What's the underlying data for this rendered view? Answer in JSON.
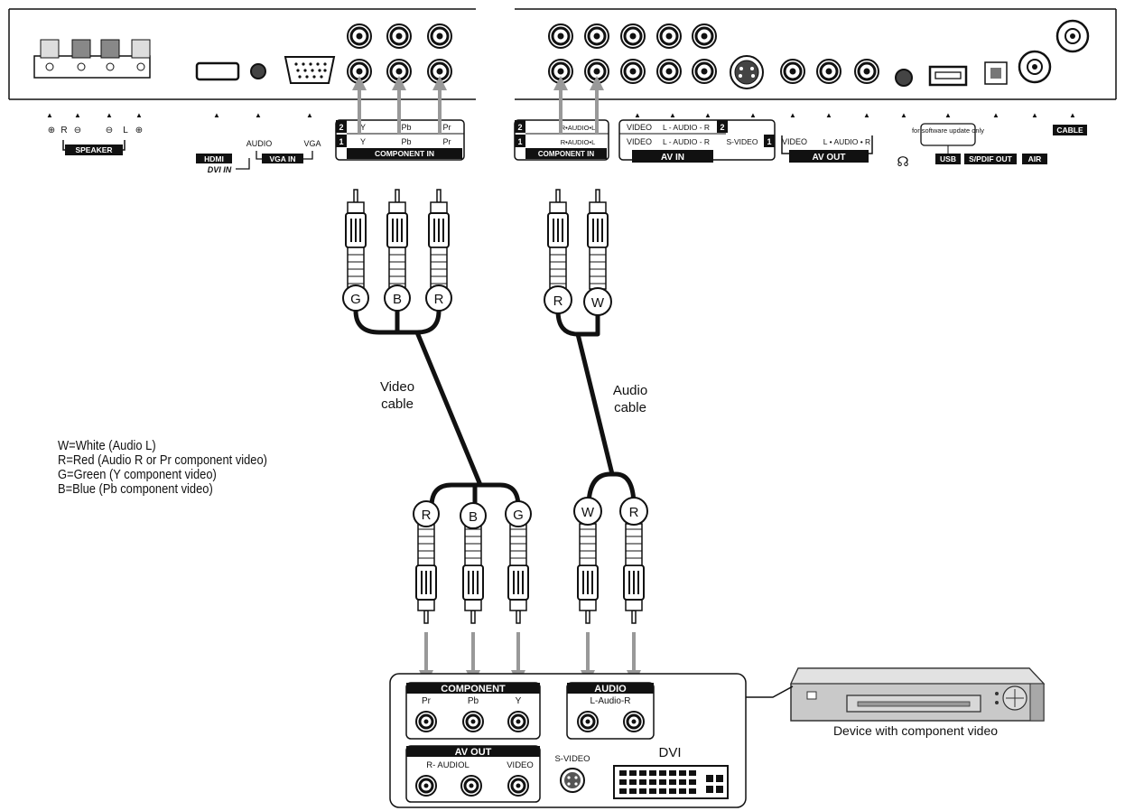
{
  "tv_panel": {
    "speaker_marks": [
      "⊕",
      "R",
      "⊖",
      "⊖",
      "L",
      "⊕"
    ],
    "speaker_label": "SPEAKER",
    "hdmi_label": "HDMI",
    "dvi_in_label": "DVI IN",
    "audio_label": "AUDIO",
    "vga_label": "VGA",
    "vga_in_label": "VGA IN",
    "component_rows": [
      {
        "num": "2",
        "cols": [
          "Y",
          "Pb",
          "Pr"
        ]
      },
      {
        "num": "1",
        "cols": [
          "Y",
          "Pb",
          "Pr"
        ]
      }
    ],
    "component_in_label": "COMPONENT IN",
    "audio_rows": [
      {
        "num": "2",
        "text": "R•AUDIO•L"
      },
      {
        "num": "1",
        "text": "R•AUDIO•L"
      }
    ],
    "component_in_label_2": "COMPONENT IN",
    "av_in_row2": [
      "VIDEO",
      "L - AUDIO - R"
    ],
    "av_in_row2_num": "2",
    "av_in_row1": [
      "VIDEO",
      "L - AUDIO - R",
      "S-VIDEO"
    ],
    "av_in_row1_num": "1",
    "av_in_label": "AV IN",
    "av_out_cols": [
      "VIDEO",
      "L • AUDIO • R"
    ],
    "av_out_label": "AV OUT",
    "software_note": "for software update only",
    "usb_label": "USB",
    "spdif_label": "S/PDIF OUT",
    "air_label": "AIR",
    "cable_label": "CABLE"
  },
  "cables": {
    "video_plugs_top": [
      "G",
      "B",
      "R"
    ],
    "audio_plugs_top": [
      "R",
      "W"
    ],
    "video_plugs_bottom": [
      "R",
      "B",
      "G"
    ],
    "audio_plugs_bottom": [
      "W",
      "R"
    ],
    "video_cable_label": [
      "Video",
      "cable"
    ],
    "audio_cable_label": [
      "Audio",
      "cable"
    ]
  },
  "legend": [
    "W=White (Audio L)",
    "R=Red (Audio R or Pr component video)",
    "G=Green (Y component video)",
    "B=Blue (Pb component video)"
  ],
  "device_panel": {
    "component_label": "COMPONENT",
    "component_cols": [
      "Pr",
      "Pb",
      "Y"
    ],
    "audio_label": "AUDIO",
    "audio_sub": "L-Audio-R",
    "av_out_label": "AV OUT",
    "av_out_cols": [
      "R- AUDIOL",
      "VIDEO"
    ],
    "svideo_label": "S-VIDEO",
    "dvi_label": "DVI"
  },
  "device_caption": "Device with component video"
}
